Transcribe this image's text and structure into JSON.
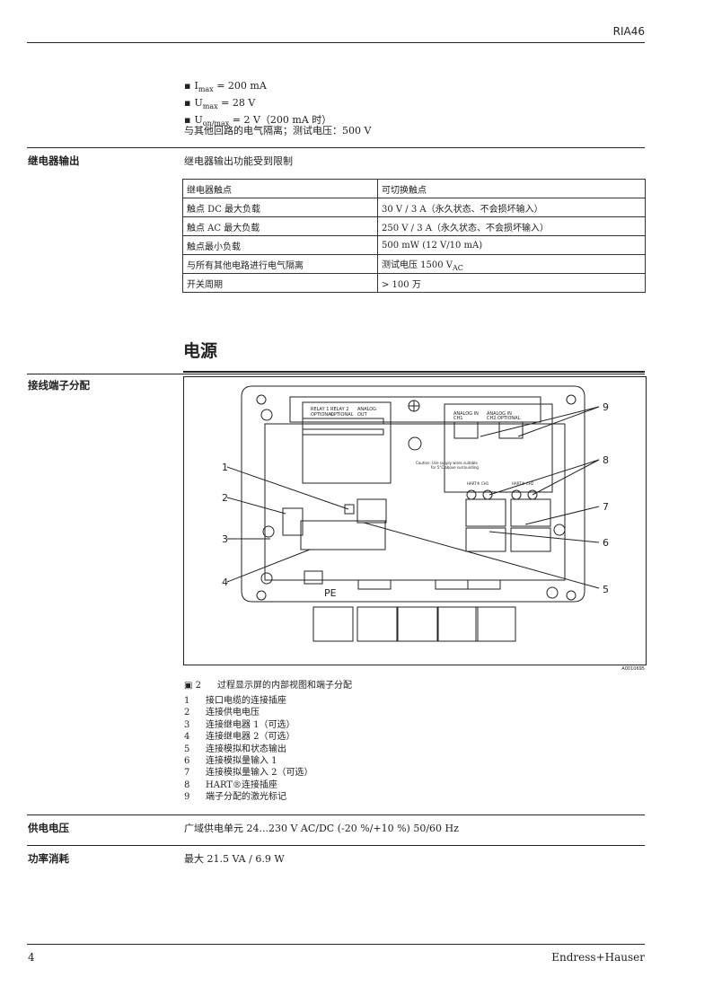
{
  "header": {
    "product": "RIA46"
  },
  "output_specs": {
    "bullets": [
      {
        "sym": "I",
        "sub": "max",
        "val": " = 200 mA"
      },
      {
        "sym": "U",
        "sub": "max",
        "val": " = 28 V"
      },
      {
        "sym": "U",
        "sub": "on/max",
        "val": " = 2 V（200 mA 时）"
      }
    ],
    "isolation": "与其他回路的电气隔离；测试电压：500 V"
  },
  "relay": {
    "label": "继电器输出",
    "intro": "继电器输出功能受到限制",
    "rows": [
      {
        "k": "继电器触点",
        "v": "可切换触点"
      },
      {
        "k": "触点 DC 最大负载",
        "v": "30 V / 3 A（永久状态、不会损坏输入）"
      },
      {
        "k": "触点 AC 最大负载",
        "v": "250 V / 3 A（永久状态、不会损坏输入）"
      },
      {
        "k": "触点最小负载",
        "v": "500 mW (12 V/10 mA)"
      },
      {
        "k": "与所有其他电路进行电气隔离",
        "v": "测试电压 1500 V",
        "v_sub": "AC"
      },
      {
        "k": "开关周期",
        "v": "> 100 万"
      }
    ]
  },
  "power": {
    "heading": "电源",
    "terminal_label": "接线端子分配",
    "figure": {
      "callouts": [
        "1",
        "2",
        "3",
        "4",
        "5",
        "6",
        "7",
        "8",
        "9"
      ],
      "board_text": {
        "relay1": "RELAY 1",
        "relay1_opt": "OPTIONAL",
        "relay2": "RELAY 2",
        "relay2_opt": "OPTIONAL",
        "analog": "ANALOG",
        "analog_out": "OUT",
        "ch1_a": "ANALOG IN",
        "ch1_b": "CH1",
        "ch2_a": "ANALOG IN",
        "ch2_b": "CH2 OPTIONAL",
        "caution_1": "Caution: Use supply wires suitable",
        "caution_2": "for 5°C above surrounding",
        "hart1": "HART® CH1",
        "hart2": "HART® CH2",
        "pe": "PE"
      },
      "code": "A0010695",
      "caption_num": "2",
      "caption": "过程显示屏的内部视图和端子分配"
    },
    "legend": [
      {
        "n": "1",
        "t": "接口电缆的连接插座"
      },
      {
        "n": "2",
        "t": "连接供电电压"
      },
      {
        "n": "3",
        "t": "连接继电器 1（可选）"
      },
      {
        "n": "4",
        "t": "连接继电器 2（可选）"
      },
      {
        "n": "5",
        "t": "连接模拟和状态输出"
      },
      {
        "n": "6",
        "t": "连接模拟量输入 1"
      },
      {
        "n": "7",
        "t": "连接模拟量输入 2（可选）"
      },
      {
        "n": "8",
        "t": "HART®连接插座"
      },
      {
        "n": "9",
        "t": "端子分配的激光标记"
      }
    ],
    "supply_label": "供电电压",
    "supply_value": "广域供电单元 24...230 V AC/DC (-20 %/+10 %) 50/60 Hz",
    "consumption_label": "功率消耗",
    "consumption_value": "最大 21.5 VA / 6.9 W"
  },
  "footer": {
    "page": "4",
    "brand": "Endress+Hauser"
  }
}
